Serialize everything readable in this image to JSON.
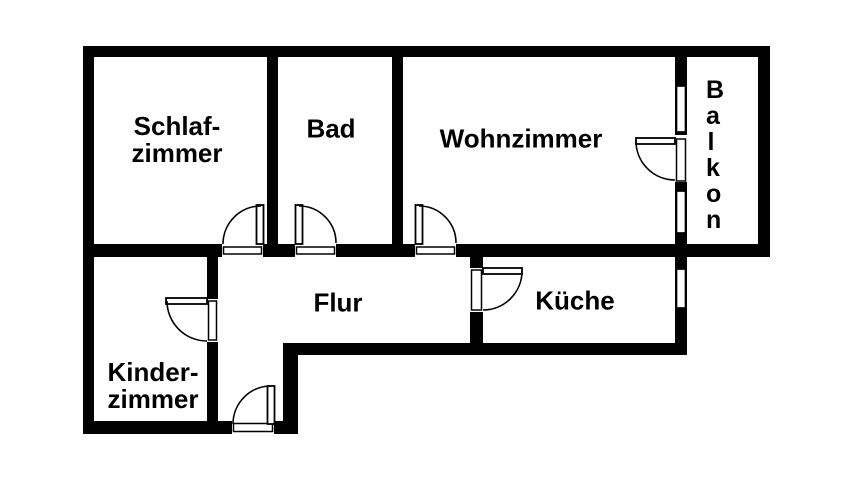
{
  "figure_type": "apartment-floorplan",
  "colors": {
    "background": "#ffffff",
    "wall": "#000000",
    "text": "#000000"
  },
  "rooms": {
    "schlafzimmer": {
      "label": "Schlaf-\nzimmer"
    },
    "bad": {
      "label": "Bad"
    },
    "wohnzimmer": {
      "label": "Wohnzimmer"
    },
    "balkon": {
      "label": "Balkon"
    },
    "kinderzimmer": {
      "label": "Kinder-\nzimmer"
    },
    "flur": {
      "label": "Flur"
    },
    "kueche": {
      "label": "Küche"
    }
  }
}
